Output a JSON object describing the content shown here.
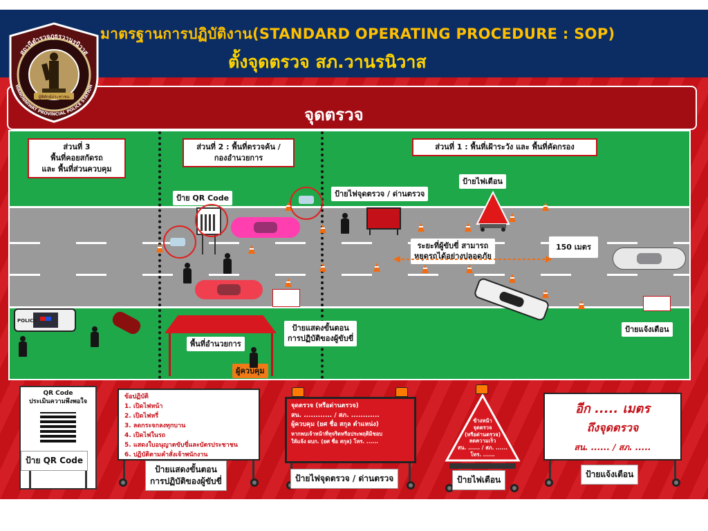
{
  "header": {
    "title_line1": "มาตรฐานการปฏิบัติงาน(STANDARD OPERATING PROCEDURE : SOP)",
    "title_line2": "ตั้งจุดตรวจ สภ.วานรนิวาส",
    "logo_arc_text": "สถานีตำรวจภูธรวานรนิวาส",
    "logo_side_text": "WANONNIWAT PROVINCIAL POLICE STATION",
    "logo_ribbon": "ผู้พิทักษ์ประชาชน"
  },
  "banner": {
    "title": "จุดตรวจ"
  },
  "zones": {
    "zone3": {
      "line1": "ส่วนที่ 3",
      "line2": "พื้นที่คอยสกัดรถ",
      "line3": "และ พื้นที่ส่วนควบคุม"
    },
    "zone2": {
      "line1": "ส่วนที่ 2 : พื้นที่ตรวจค้น /",
      "line2": "กองอำนวยการ"
    },
    "zone1": {
      "line1": "ส่วนที่ 1 : พื้นที่เฝ้าระวัง และ พื้นที่คัดกรอง"
    }
  },
  "scene_labels": {
    "qr_code_sign": "ป้าย QR Code",
    "checkpoint_light_sign": "ป้ายไฟจุดตรวจ / ด่านตรวจ",
    "warning_light_sign": "ป้ายไฟเตือน",
    "stopping_distance_line1": "ระยะที่ผู้ขับขี่ สามารถ",
    "stopping_distance_line2": "หยุดรถได้อย่างปลอดภัย",
    "distance": "150 เมตร",
    "command_area": "พื้นที่อำนวยการ",
    "supervisor": "ผู้ควบคุม",
    "procedure_sign_line1": "ป้ายแสดงขั้นตอน",
    "procedure_sign_line2": "การปฏิบัติของผู้ขับขี่",
    "notice_sign": "ป้ายแจ้งเตือน",
    "police_car_text": "POLICE"
  },
  "bottom_signs": {
    "qr": {
      "head1": "QR Code",
      "head2": "ประเมินความพึงพอใจ",
      "caption": "ป้าย QR Code"
    },
    "procedure": {
      "list_title": "ข้อปฏิบัติ",
      "items": [
        "1. เปิดไฟหน้า",
        "2. เปิดไฟหรี่",
        "3. ลดกระจกลงทุกบาน",
        "4. เปิดไฟในรถ",
        "5. แสดงใบอนุญาตขับขี่และบัตรประชาชน",
        "6. ปฏิบัติตามคำสั่งเจ้าพนักงาน"
      ],
      "caption_line1": "ป้ายแสดงขั้นตอน",
      "caption_line2": "การปฏิบัติของผู้ขับขี่"
    },
    "checkpoint": {
      "line1": "จุดตรวจ (หรือด่านตรวจ)",
      "line2": "สน. ............ / สภ. ............",
      "line3": "ผู้ควบคุม (ยศ ชื่อ สกุล ตำแหน่ง)",
      "line4": "หากพบเจ้าหน้าที่ทุจริตหรือประพฤติมิชอบ",
      "line5": "ให้แจ้ง ผบก. (ยศ ชื่อ สกุล) โทร. ......",
      "caption": "ป้ายไฟจุดตรวจ / ด่านตรวจ"
    },
    "warning": {
      "line1": "ข้างหน้า",
      "line2": "จุดตรวจ",
      "line3": "(หรือด่านตรวจ)",
      "line4": "ลดความเร็ว",
      "line5": "สน. ...... / สภ. ......",
      "line6": "โทร. ......",
      "caption": "ป้ายไฟเตือน"
    },
    "notice": {
      "line1": "อีก ..... เมตร",
      "line2": "ถึงจุดตรวจ",
      "line3": "สน. ...... / สภ. .....",
      "caption": "ป้ายแจ้งเตือน"
    }
  },
  "colors": {
    "navy": "#0c2d63",
    "gold": "#ffc000",
    "red": "#d11219",
    "grass": "#1ea84a",
    "road": "#9a9a9a"
  }
}
